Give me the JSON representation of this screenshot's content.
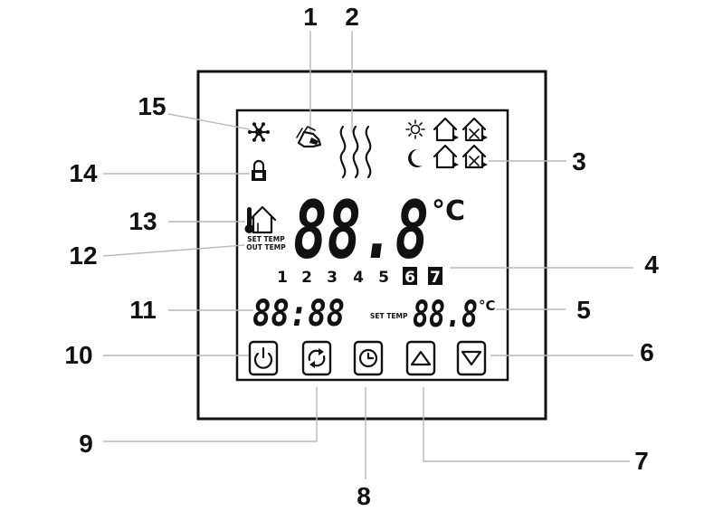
{
  "callouts": [
    "1",
    "2",
    "3",
    "4",
    "5",
    "6",
    "7",
    "8",
    "9",
    "10",
    "11",
    "12",
    "13",
    "14",
    "15"
  ],
  "display": {
    "main_temp": "88.8",
    "main_unit": "°C",
    "days": [
      "1",
      "2",
      "3",
      "4",
      "5",
      "6",
      "7"
    ],
    "clock": "88:88",
    "set_temp_label": "SET TEMP",
    "set_temp_value": "88.8",
    "set_temp_unit": "°C",
    "sensor_label_set": "SET TEMP",
    "sensor_label_out": "OUT TEMP"
  },
  "buttons": {
    "power": "power-icon",
    "mode": "mode-cycle-icon",
    "clock": "clock-icon",
    "up": "arrow-up-icon",
    "down": "arrow-down-icon"
  }
}
